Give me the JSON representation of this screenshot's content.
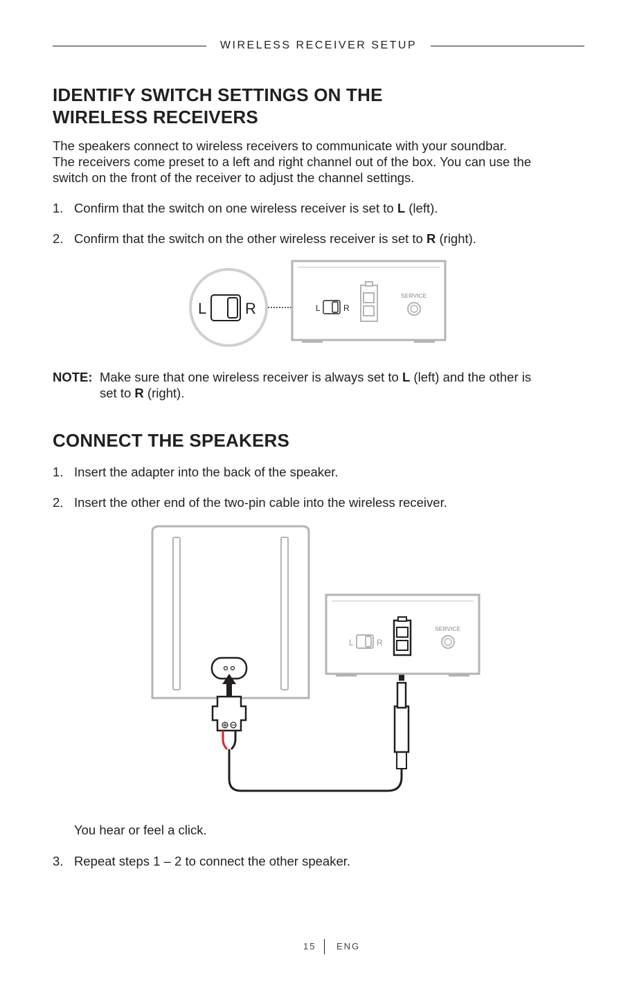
{
  "header": {
    "title": "WIRELESS RECEIVER SETUP"
  },
  "section1": {
    "heading_line1": "IDENTIFY SWITCH SETTINGS ON THE",
    "heading_line2": "WIRELESS RECEIVERS",
    "intro_line1": "The speakers connect to wireless receivers to communicate with your soundbar.",
    "intro_line2": "The receivers come preset to a left and right channel out of the box. You can use the",
    "intro_line3": "switch on the front of the receiver to adjust the channel settings.",
    "steps": [
      {
        "num": "1.",
        "before": "Confirm that the switch on one wireless receiver is set to ",
        "bold": "L",
        "after": " (left)."
      },
      {
        "num": "2.",
        "before": "Confirm that the switch on the other wireless receiver is set to ",
        "bold": "R",
        "after": " (right)."
      }
    ],
    "figure": {
      "zoom_left": "L",
      "zoom_right": "R",
      "small_left": "L",
      "small_right": "R",
      "service_label": "SERVICE"
    },
    "note": {
      "label": "NOTE:",
      "line1_before": "Make sure that one wireless receiver is always set to ",
      "line1_bold": "L",
      "line1_after": " (left) and the other is",
      "line2_before": "set to ",
      "line2_bold": "R",
      "line2_after": " (right)."
    }
  },
  "section2": {
    "heading": "CONNECT THE SPEAKERS",
    "steps": [
      {
        "num": "1.",
        "text": "Insert the adapter into the back of the speaker."
      },
      {
        "num": "2.",
        "text": "Insert the other end of the two-pin cable into the wireless receiver."
      }
    ],
    "figure": {
      "small_left": "L",
      "small_right": "R",
      "service_label": "SERVICE"
    },
    "result": "You hear or feel a click.",
    "step3": {
      "num": "3.",
      "text": "Repeat steps 1 – 2 to connect the other speaker."
    }
  },
  "footer": {
    "page": "15",
    "lang": "ENG"
  }
}
